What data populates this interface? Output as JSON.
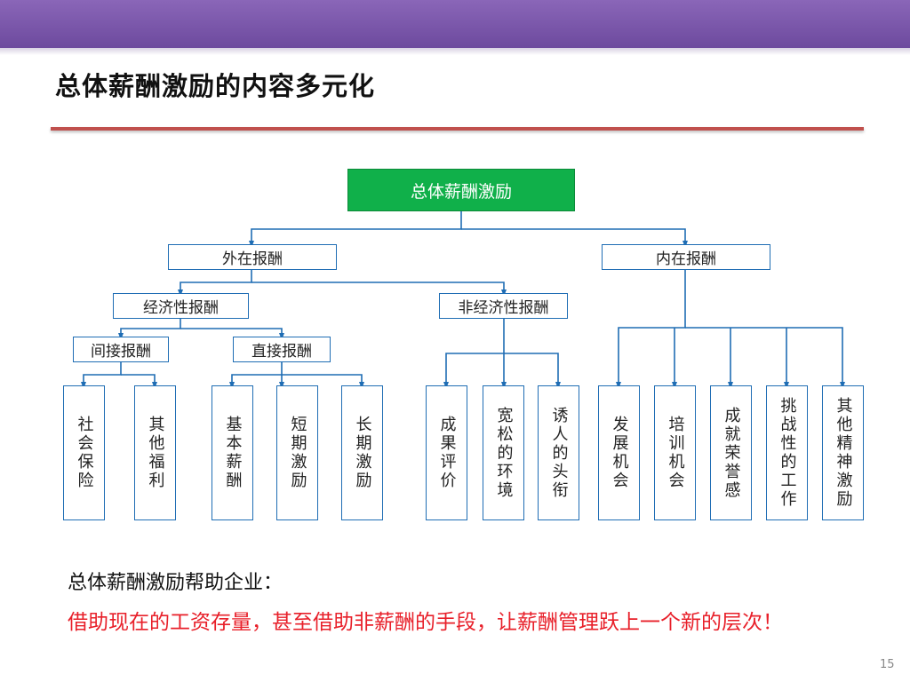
{
  "slide": {
    "title": "总体薪酬激励的内容多元化",
    "page_number": "15"
  },
  "org": {
    "root": "总体薪酬激励",
    "external": "外在报酬",
    "internal": "内在报酬",
    "economic": "经济性报酬",
    "non_economic": "非经济性报酬",
    "indirect": "间接报酬",
    "direct": "直接报酬",
    "leaves": {
      "social_insurance": "社会保险",
      "other_welfare": "其他福利",
      "base_pay": "基本薪酬",
      "short_term": "短期激励",
      "long_term": "长期激励",
      "achievement_eval": "成果评价",
      "relaxed_env": "宽松的环境",
      "attractive_title": "诱人的头衔",
      "development": "发展机会",
      "training": "培训机会",
      "honor": "成就荣誉感",
      "challenging_work": "挑战性的工作",
      "other_spiritual": "其他精神激励"
    }
  },
  "footer": {
    "help_text": "总体薪酬激励帮助企业：",
    "slogan": "借助现在的工资存量，甚至借助非薪酬的手段，让薪酬管理跃上一个新的层次！"
  },
  "colors": {
    "header": "#7b57ad",
    "accent_rule": "#c0504d",
    "root_fill": "#10b04a",
    "box_border": "#1f6db4",
    "slogan": "#e8202a"
  }
}
